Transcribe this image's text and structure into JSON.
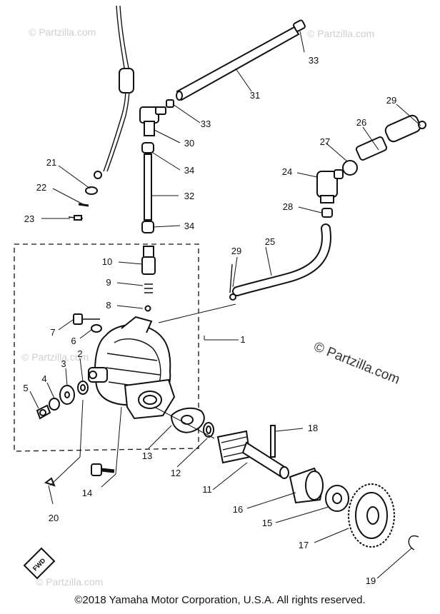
{
  "watermarks": {
    "top_left": "© Partzilla.com",
    "top_right": "© Partzilla.com",
    "middle_left": "© Partzilla.com",
    "right_large": "© Partzilla.com",
    "bottom_left": "© Partzilla.com"
  },
  "callouts": [
    {
      "id": "33a",
      "label": "33"
    },
    {
      "id": "31",
      "label": "31"
    },
    {
      "id": "33b",
      "label": "33"
    },
    {
      "id": "30",
      "label": "30"
    },
    {
      "id": "29a",
      "label": "29"
    },
    {
      "id": "26",
      "label": "26"
    },
    {
      "id": "27",
      "label": "27"
    },
    {
      "id": "34a",
      "label": "34"
    },
    {
      "id": "21",
      "label": "21"
    },
    {
      "id": "24",
      "label": "24"
    },
    {
      "id": "32",
      "label": "32"
    },
    {
      "id": "22",
      "label": "22"
    },
    {
      "id": "28",
      "label": "28"
    },
    {
      "id": "23",
      "label": "23"
    },
    {
      "id": "34b",
      "label": "34"
    },
    {
      "id": "29b",
      "label": "29"
    },
    {
      "id": "25",
      "label": "25"
    },
    {
      "id": "10",
      "label": "10"
    },
    {
      "id": "9",
      "label": "9"
    },
    {
      "id": "8",
      "label": "8"
    },
    {
      "id": "7",
      "label": "7"
    },
    {
      "id": "6",
      "label": "6"
    },
    {
      "id": "1",
      "label": "1"
    },
    {
      "id": "2",
      "label": "2"
    },
    {
      "id": "3",
      "label": "3"
    },
    {
      "id": "4",
      "label": "4"
    },
    {
      "id": "5",
      "label": "5"
    },
    {
      "id": "18",
      "label": "18"
    },
    {
      "id": "13",
      "label": "13"
    },
    {
      "id": "12",
      "label": "12"
    },
    {
      "id": "11",
      "label": "11"
    },
    {
      "id": "14",
      "label": "14"
    },
    {
      "id": "16",
      "label": "16"
    },
    {
      "id": "15",
      "label": "15"
    },
    {
      "id": "20",
      "label": "20"
    },
    {
      "id": "17",
      "label": "17"
    },
    {
      "id": "19",
      "label": "19"
    }
  ],
  "fwd_badge": "FWD",
  "copyright": "©2018 Yamaha Motor Corporation, U.S.A. All rights reserved."
}
